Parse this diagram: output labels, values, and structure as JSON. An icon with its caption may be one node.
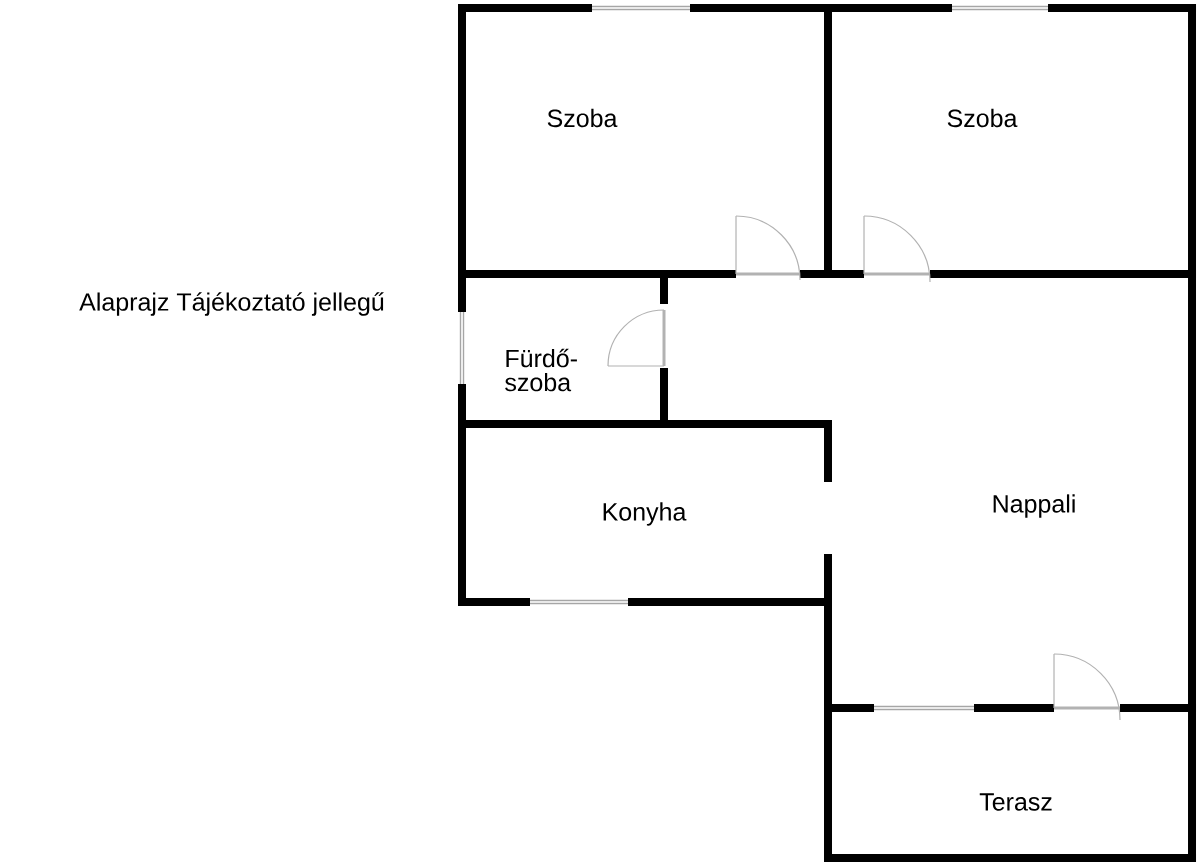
{
  "diagram": {
    "title": "Alaprajz Tájékoztató jellegű",
    "labels": [
      "Szoba",
      "Szoba",
      "Fürdő- szoba",
      "Konyha",
      "Nappali",
      "Terasz"
    ]
  }
}
